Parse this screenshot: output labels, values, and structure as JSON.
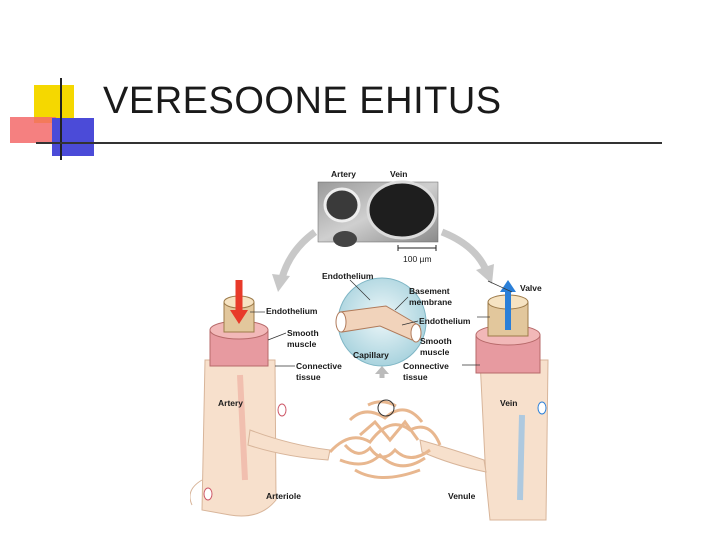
{
  "slide": {
    "title": "VERESOONE EHITUS"
  },
  "figure": {
    "micro": {
      "artery": "Artery",
      "vein": "Vein",
      "scale": "100 µm"
    },
    "labels": {
      "endothelium_top": "Endothelium",
      "basement_1": "Basement",
      "basement_2": "membrane",
      "endothelium_right": "Endothelium",
      "capillary": "Capillary",
      "smooth_1": "Smooth",
      "muscle": "muscle",
      "endothelium_left": "Endothelium",
      "smooth_left_1": "Smooth",
      "muscle_left": "muscle",
      "connective_left_1": "Connective",
      "tissue_left": "tissue",
      "connective_right_1": "Connective",
      "tissue_right": "tissue",
      "valve": "Valve",
      "artery": "Artery",
      "vein": "Vein",
      "arteriole": "Arteriole",
      "venule": "Venule"
    },
    "colors": {
      "artery_flow": "#e83a2a",
      "vein_flow": "#2a7fd8",
      "vessel_wall": "#f6ddc6",
      "muscle": "#e7a0a0"
    }
  }
}
